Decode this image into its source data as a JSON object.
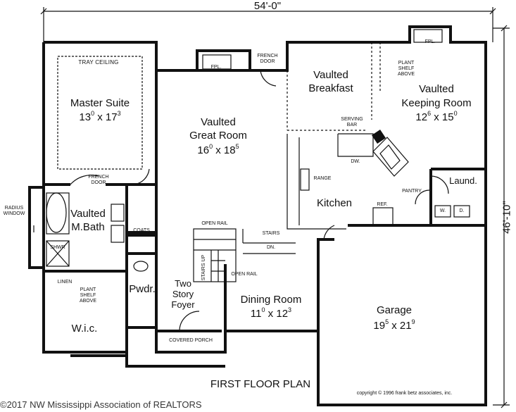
{
  "dimensions": {
    "width": "54'-0\"",
    "depth": "46'-10\""
  },
  "rooms": {
    "master_suite": {
      "name": "Master Suite",
      "size": [
        "13",
        "0",
        "17",
        "3"
      ]
    },
    "tray_ceiling": "TRAY CEILING",
    "great_room": {
      "line1": "Vaulted",
      "line2": "Great Room",
      "size": [
        "16",
        "0",
        "18",
        "5"
      ]
    },
    "breakfast": {
      "line1": "Vaulted",
      "line2": "Breakfast"
    },
    "keeping_room": {
      "line1": "Vaulted",
      "line2": "Keeping Room",
      "size": [
        "12",
        "6",
        "15",
        "0"
      ]
    },
    "kitchen": "Kitchen",
    "laundry": "Laund.",
    "master_bath": {
      "line1": "Vaulted",
      "line2": "M.Bath"
    },
    "powder": "Pwdr.",
    "foyer": {
      "line1": "Two",
      "line2": "Story",
      "line3": "Foyer"
    },
    "dining_room": {
      "name": "Dining Room",
      "size": [
        "11",
        "0",
        "12",
        "3"
      ]
    },
    "garage": {
      "name": "Garage",
      "size": [
        "19",
        "5",
        "21",
        "9"
      ]
    },
    "wic": "W.i.c."
  },
  "notes": {
    "fpl_left": "FPL.",
    "fpl_right": "FPL.",
    "french_door_top": [
      "FRENCH",
      "DOOR"
    ],
    "french_door_master": [
      "FRENCH",
      "DOOR"
    ],
    "plant_shelf_top": [
      "PLANT",
      "SHELF",
      "ABOVE"
    ],
    "plant_shelf_wic": [
      "PLANT",
      "SHELF",
      "ABOVE"
    ],
    "serving_bar": [
      "SERVING",
      "BAR"
    ],
    "dw": "DW.",
    "range": "RANGE",
    "pantry": "PANTRY",
    "ref": "REF.",
    "w": "W.",
    "d": "D.",
    "radius_window": [
      "RADIUS",
      "WINDOW"
    ],
    "coats": "COATS",
    "shwr": "SHWR",
    "linen": "LINEN",
    "open_rail_top": "OPEN RAIL",
    "open_rail_right": "OPEN RAIL",
    "stairs_top": "STAIRS",
    "stairs_dn": "DN.",
    "stairs_up": [
      "STAIRS",
      "UP"
    ],
    "covered_porch": "COVERED PORCH"
  },
  "title": "FIRST FLOOR PLAN",
  "copyright": "copyright © 1996 frank betz associates, inc.",
  "watermark": "©2017 NW Mississippi Association of REALTORS"
}
